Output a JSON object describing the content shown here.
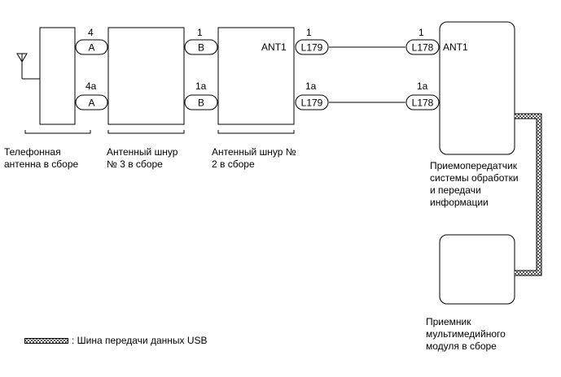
{
  "blocks": {
    "telephone_antenna": {
      "lines": [
        "Телефонная",
        "антенна в сборе"
      ]
    },
    "antenna_cord_3": {
      "lines": [
        "Антенный шнур",
        "№ 3 в сборе"
      ]
    },
    "antenna_cord_2": {
      "lines": [
        "Антенный шнур №",
        "2 в сборе"
      ]
    },
    "transceiver": {
      "lines": [
        "Приемопередатчик",
        "системы обработки",
        "и передачи",
        "информации"
      ]
    },
    "multimedia_receiver": {
      "lines": [
        "Приемник",
        "мультимедийного",
        "модуля в сборе"
      ]
    }
  },
  "connectors": {
    "a_top": {
      "label": "A",
      "pin": "4"
    },
    "a_bottom": {
      "label": "A",
      "pin": "4a"
    },
    "b_top": {
      "label": "B",
      "pin": "1"
    },
    "b_bottom": {
      "label": "B",
      "pin": "1a"
    },
    "l179_top": {
      "label": "L179",
      "pin": "1"
    },
    "l179_bottom": {
      "label": "L179",
      "pin": "1a"
    },
    "l178_top": {
      "label": "L178",
      "pin": "1"
    },
    "l178_bottom": {
      "label": "L178",
      "pin": "1a"
    }
  },
  "terminals": {
    "cord2_ant": "ANT1",
    "transceiver_ant": "ANT1"
  },
  "legend": {
    "usb_bus": ": Шина передачи данных USB"
  },
  "colors": {
    "stroke": "#000000",
    "usb_bus_fill": "#7f7f7f"
  }
}
